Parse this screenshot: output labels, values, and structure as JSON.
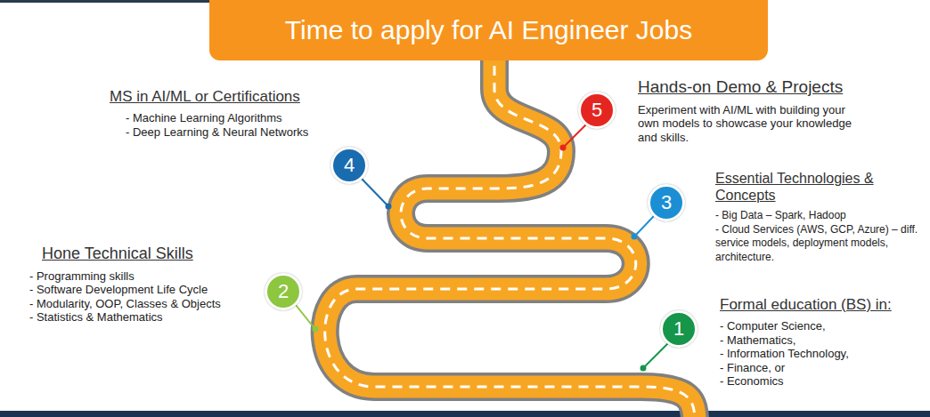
{
  "diagram": {
    "title": "Time to apply for AI Engineer Jobs",
    "nodes": [
      {
        "text": [
          "1",
          "Formal education (BS) in:",
          "- Computer Science,",
          "- Mathematics,",
          "- Information Technology,",
          "- Finance, or",
          "- Economics"
        ]
      },
      {
        "text": [
          "2",
          "Hone Technical Skills",
          "- Programming skills",
          "- Software Development Life Cycle",
          "- Modularity, OOP, Classes & Objects",
          "- Statistics & Mathematics"
        ]
      },
      {
        "text": [
          "3",
          "Essential Technologies & Concepts",
          "- Big Data – Spark, Hadoop",
          "- Cloud Services (AWS, GCP, Azure) – diff. service models, deployment models, architecture."
        ]
      },
      {
        "text": [
          "4",
          "MS in AI/ML or Certifications",
          "- Machine Learning Algorithms",
          "- Deep Learning & Neural Networks"
        ]
      },
      {
        "text": [
          "5",
          "Hands-on Demo & Projects",
          "Experiment with AI/ML with building your own models to showcase your knowledge and skills."
        ]
      }
    ]
  }
}
